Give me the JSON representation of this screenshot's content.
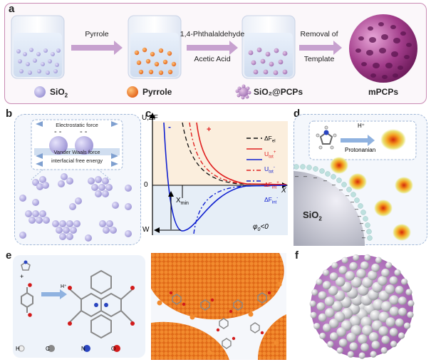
{
  "panels": {
    "a": "a",
    "b": "b",
    "c": "c",
    "d": "d",
    "e": "e",
    "f": "f"
  },
  "a": {
    "arrow1": "Pyrrole",
    "arrow2_top": "1,4-Phthalaldehyde",
    "arrow2_bottom": "Acetic Acid",
    "arrow3_top": "Removal of",
    "arrow3_bottom": "Template",
    "legend": [
      "SiO",
      "Pyrrole",
      "SiO₂@PCPs",
      "mPCPs"
    ],
    "legend_sub": "2"
  },
  "b": {
    "electrostatic": "Electrostatic force",
    "vdw": "Vander Waals force",
    "interfacial": "interfacial free energy"
  },
  "c": {
    "ylabel": "U,ΔF",
    "xlabel": "X",
    "zero": "0",
    "w": "W",
    "xmin": "X",
    "xmin_sub": "min",
    "phi": "φ",
    "phi_sub": "0",
    "phi_rest": "<0",
    "plus": "+",
    "minus": "-",
    "legend": [
      {
        "label": "ΔF",
        "sub": "el",
        "sup": "",
        "color": "#111111",
        "dash": "6,4"
      },
      {
        "label": "U",
        "sub": "tot",
        "sup": "+",
        "color": "#e02020",
        "dash": ""
      },
      {
        "label": "U",
        "sub": "tot",
        "sup": "-",
        "color": "#1020d0",
        "dash": ""
      },
      {
        "label": "ΔF",
        "sub": "int",
        "sup": "+",
        "color": "#e02020",
        "dash": "6,3,2,3"
      },
      {
        "label": "ΔF",
        "sub": "int",
        "sup": "-",
        "color": "#1020d0",
        "dash": "6,3,2,3"
      }
    ]
  },
  "d": {
    "h": "H⁺",
    "protonation": "Protonanian",
    "sio2": "SiO",
    "sio2_sub": "2"
  },
  "e": {
    "h": "H⁺",
    "plus": "+",
    "legend": [
      "H",
      "C",
      "N",
      "O"
    ]
  },
  "colors": {
    "accent": "#c98ab3",
    "arrow": "#b98bc0",
    "orange": "#ef7f2a",
    "silica": "#b9b3e0",
    "blue": "#1020d0",
    "red": "#e02020"
  }
}
